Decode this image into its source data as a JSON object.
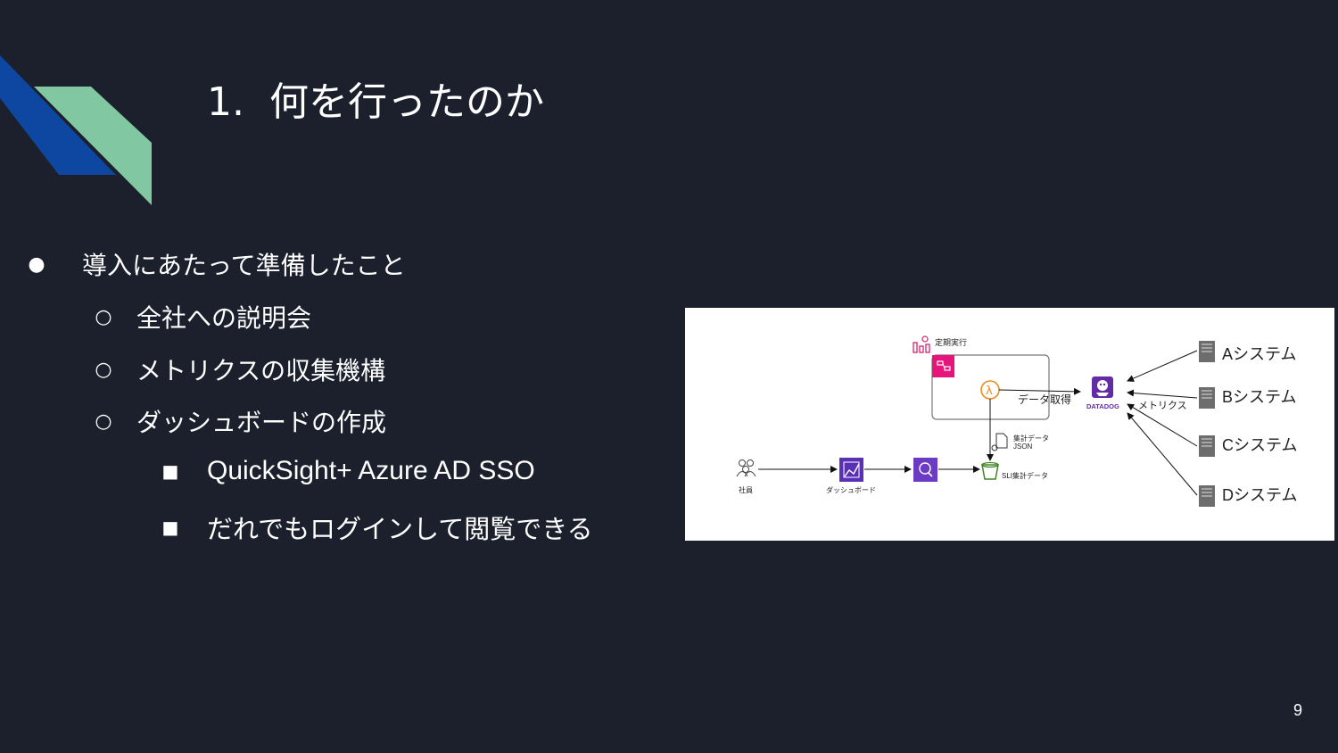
{
  "slide": {
    "title_number": "1.",
    "title": "何を行ったのか",
    "page_number": "9",
    "colors": {
      "background": "#1b202c",
      "accent_blue": "#0d47a1",
      "accent_green": "#80c7a2"
    }
  },
  "bullets": {
    "b1": "導入にあたって準備したこと",
    "b1_1": "全社への説明会",
    "b1_2": "メトリクスの収集機構",
    "b1_3": "ダッシュボードの作成",
    "b1_3_1": "QuickSight+ Azure AD SSO",
    "b1_3_2": "だれでもログインして閲覧できる",
    "markers": {
      "level1": "●",
      "level2": "○",
      "level3": "■"
    }
  },
  "diagram": {
    "scheduler_label": "定期実行",
    "fetch_label": "データ取得",
    "datadog_label": "DATADOG",
    "metrics_label": "メトリクス",
    "aggregate_label_line1": "集計データ",
    "aggregate_label_line2": "JSON",
    "s3_label": "SLI集計データ",
    "employees_label": "社員",
    "dashboard_label": "ダッシュボード",
    "systems": [
      "Aシステム",
      "Bシステム",
      "Cシステム",
      "Dシステム"
    ],
    "icons": [
      "eventbridge-icon",
      "step-functions-icon",
      "lambda-icon",
      "datadog-icon",
      "s3-bucket-icon",
      "users-icon",
      "quicksight-icon",
      "athena-icon",
      "server-icon"
    ]
  }
}
